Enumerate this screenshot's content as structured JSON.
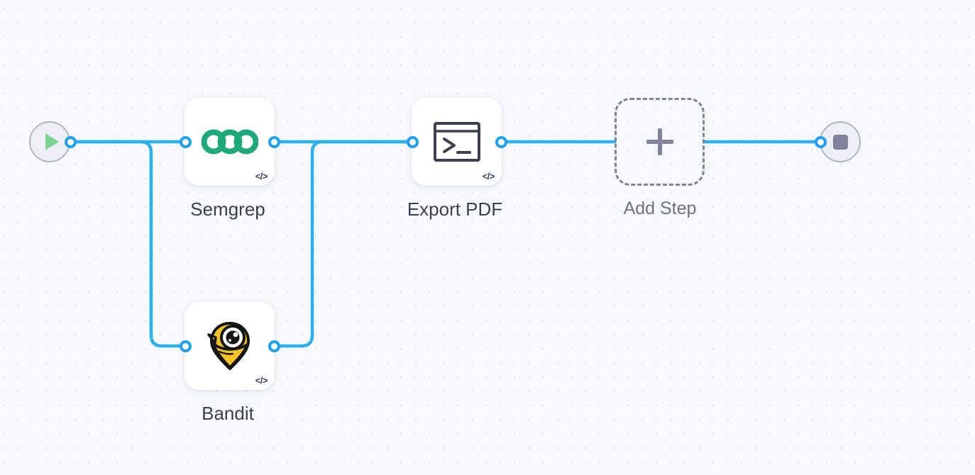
{
  "canvas": {
    "background_color": "#f7f9fc",
    "dot_color": "#e2e5ee",
    "edge_color": "#29b0f0",
    "port_color": "#1da1f2"
  },
  "start_node": {
    "name": "start",
    "icon": "play-icon",
    "icon_color": "#7ed694",
    "circle_color": "#eeeef7"
  },
  "end_node": {
    "name": "end",
    "icon": "stop-icon",
    "icon_color": "#80829c",
    "circle_color": "#eeeef7"
  },
  "nodes": [
    {
      "id": "semgrep",
      "label": "Semgrep",
      "icon": "semgrep-logo-icon",
      "icon_color": "#1ea97c",
      "badge": "</>",
      "badge_name": "code-badge-icon"
    },
    {
      "id": "bandit",
      "label": "Bandit",
      "icon": "bandit-logo-icon",
      "icon_color": "#f5c324",
      "badge": "</>",
      "badge_name": "code-badge-icon"
    },
    {
      "id": "export-pdf",
      "label": "Export PDF",
      "icon": "terminal-icon",
      "icon_color": "#3a4050",
      "badge": "</>",
      "badge_name": "code-badge-icon"
    }
  ],
  "add_step": {
    "label": "Add Step",
    "icon": "plus-icon",
    "color": "#80839b"
  },
  "edges": [
    {
      "from": "start",
      "to": "semgrep"
    },
    {
      "from": "start",
      "to": "bandit"
    },
    {
      "from": "semgrep",
      "to": "export-pdf"
    },
    {
      "from": "bandit",
      "to": "export-pdf"
    },
    {
      "from": "export-pdf",
      "to": "add-step"
    },
    {
      "from": "add-step",
      "to": "end"
    }
  ]
}
